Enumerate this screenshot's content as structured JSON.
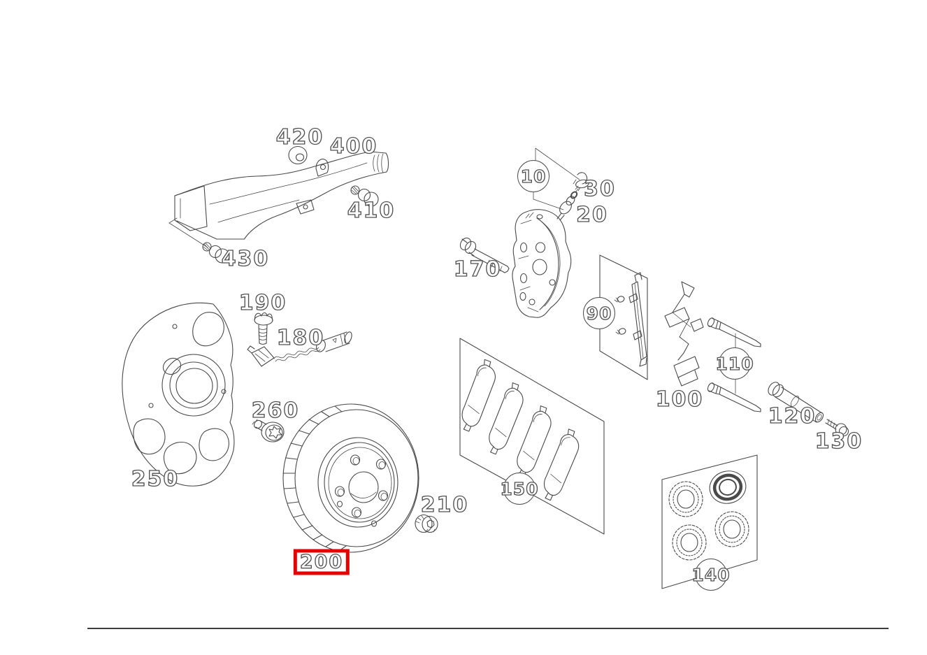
{
  "selection": {
    "selected_part": "200",
    "highlight_color": "#e60000"
  },
  "line_color": "#4a4a4a",
  "parts": {
    "p10": {
      "label": "10"
    },
    "p20": {
      "label": "20"
    },
    "p30": {
      "label": "30"
    },
    "p90": {
      "label": "90"
    },
    "p100": {
      "label": "100"
    },
    "p110": {
      "label": "110"
    },
    "p120": {
      "label": "120"
    },
    "p130": {
      "label": "130"
    },
    "p140": {
      "label": "140"
    },
    "p150": {
      "label": "150"
    },
    "p170": {
      "label": "170"
    },
    "p180": {
      "label": "180"
    },
    "p190": {
      "label": "190"
    },
    "p200": {
      "label": "200"
    },
    "p210": {
      "label": "210"
    },
    "p250": {
      "label": "250"
    },
    "p260": {
      "label": "260"
    },
    "p400": {
      "label": "400"
    },
    "p410": {
      "label": "410"
    },
    "p420": {
      "label": "420"
    },
    "p430": {
      "label": "430"
    }
  }
}
